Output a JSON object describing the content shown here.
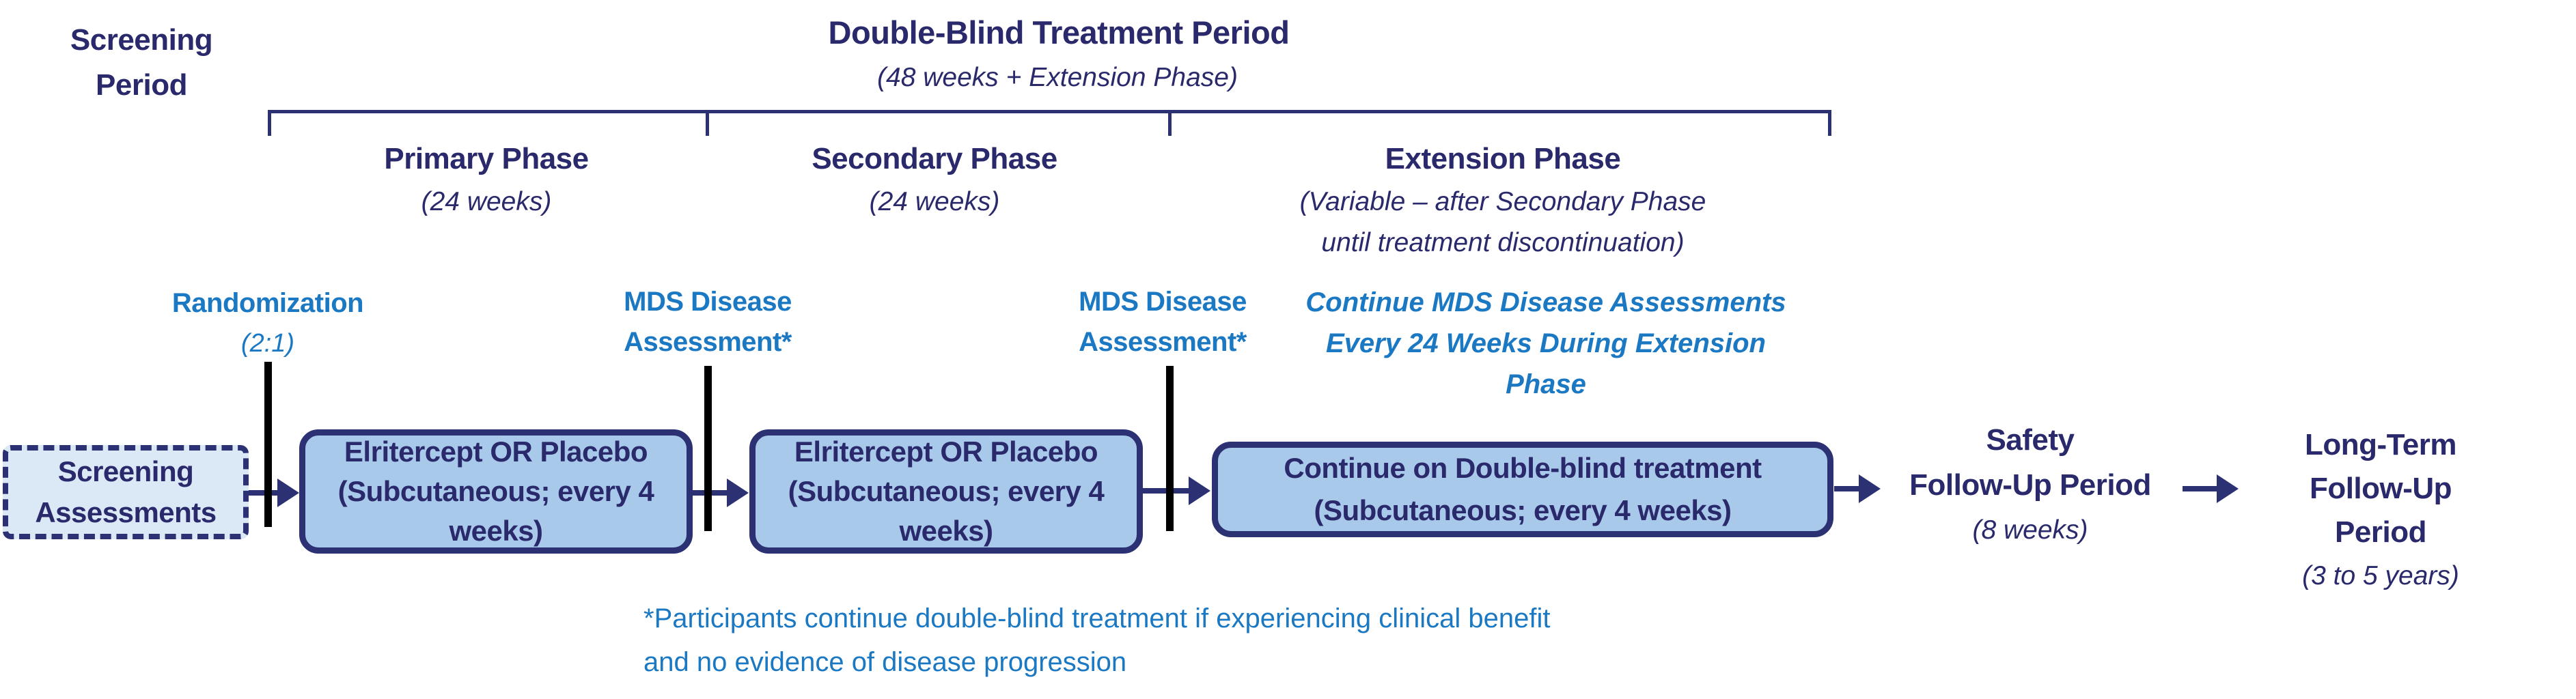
{
  "colors": {
    "navy_text": "#29296B",
    "blue_text": "#1B78C2",
    "box_fill": "#A9C9EA",
    "box_border": "#2B3172",
    "screening_box_fill": "#DBE8F5",
    "timeline_bar": "#000000"
  },
  "screening_period": {
    "lines": [
      "Screening",
      "Period"
    ]
  },
  "treatment_period": {
    "title": "Double-Blind Treatment Period",
    "subtitle": "(48 weeks + Extension Phase)"
  },
  "phases": [
    {
      "name": "Primary Phase",
      "detail_lines": [
        "(24 weeks)"
      ]
    },
    {
      "name": "Secondary Phase",
      "detail_lines": [
        "(24 weeks)"
      ]
    },
    {
      "name": "Extension Phase",
      "detail_lines": [
        "(Variable – after Secondary Phase",
        "until treatment discontinuation)"
      ]
    }
  ],
  "annotations": {
    "randomization": {
      "title": "Randomization",
      "subtitle": "(2:1)"
    },
    "mds_assessment_1": {
      "lines": [
        "MDS Disease",
        "Assessment*"
      ]
    },
    "mds_assessment_2": {
      "lines": [
        "MDS Disease",
        "Assessment*"
      ]
    },
    "extension_note": {
      "lines": [
        "Continue MDS Disease Assessments",
        "Every 24 Weeks During Extension",
        "Phase"
      ]
    }
  },
  "flow": {
    "screening_box": {
      "lines": [
        "Screening",
        "Assessments"
      ]
    },
    "box1": {
      "lines": [
        "Elritercept OR Placebo",
        "(Subcutaneous; every 4",
        "weeks)"
      ]
    },
    "box2": {
      "lines": [
        "Elritercept OR Placebo",
        "(Subcutaneous; every 4",
        "weeks)"
      ]
    },
    "box3": {
      "lines": [
        "Continue on Double-blind treatment",
        "(Subcutaneous; every 4 weeks)"
      ]
    },
    "safety": {
      "name_lines": [
        "Safety",
        "Follow-Up Period"
      ],
      "detail": "(8 weeks)"
    },
    "long_term": {
      "name_lines": [
        "Long-Term",
        "Follow-Up Period"
      ],
      "detail": "(3 to 5 years)"
    }
  },
  "footnote": {
    "lines": [
      "*Participants continue double-blind treatment if experiencing clinical benefit",
      "and no evidence of disease progression"
    ]
  }
}
